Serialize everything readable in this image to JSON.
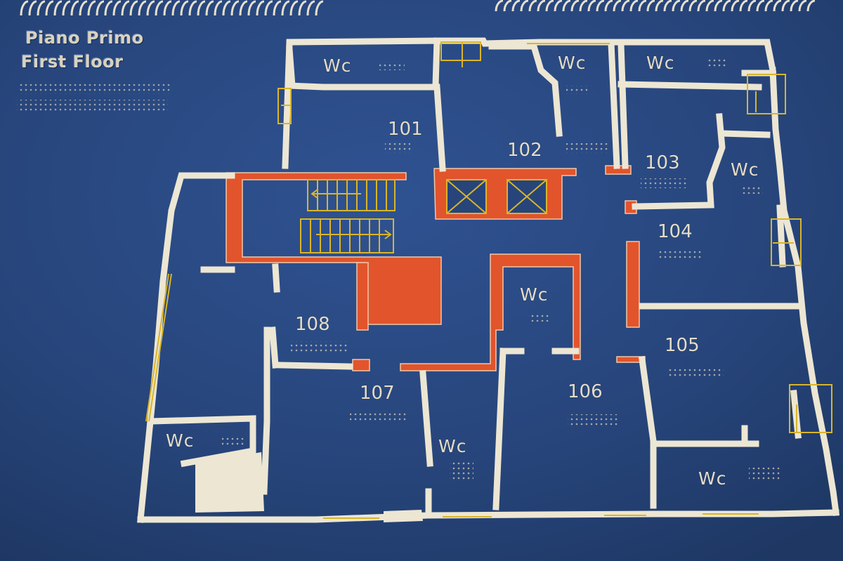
{
  "title": {
    "line1": "Piano Primo",
    "line2": "First Floor"
  },
  "rooms": [
    "101",
    "102",
    "103",
    "104",
    "105",
    "106",
    "107",
    "108"
  ],
  "restrooms": [
    "Wc",
    "Wc",
    "Wc",
    "Wc",
    "Wc",
    "Wc",
    "Wc",
    "Wc"
  ],
  "colors": {
    "board": "#27457b",
    "walls": "#ece6d3",
    "core": "#e2542c",
    "stairs": "#d9b52a",
    "windows": "#d9b52a",
    "binding": "#e6e0cd"
  }
}
